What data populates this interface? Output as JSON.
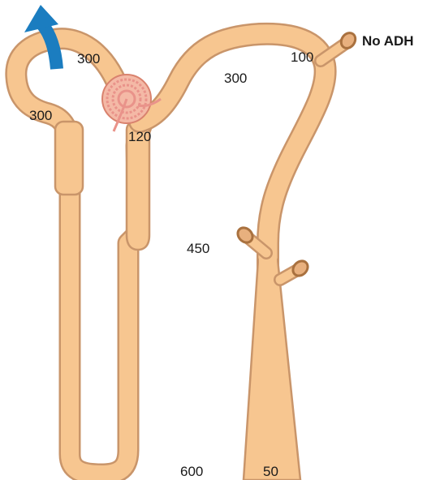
{
  "labels": {
    "cortex_top": "300",
    "cortex_left": "300",
    "distal_start": "120",
    "distal_top": "300",
    "collecting_top": "100",
    "condition": "No ADH",
    "interstitial_mid": "450",
    "interstitial_bottom": "600",
    "urine": "50"
  },
  "colors": {
    "tubule_fill": "#f7c690",
    "tubule_outline": "#c9956a",
    "glomerulus": "#e9938a",
    "arrow": "#1b7dc0"
  }
}
